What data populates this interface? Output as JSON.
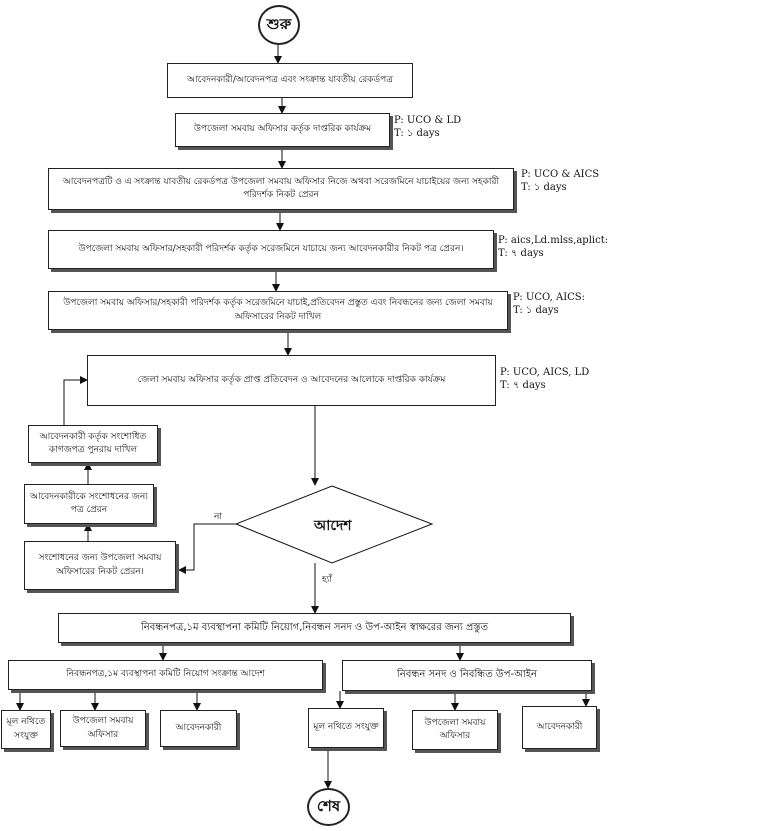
{
  "start": "শুরু",
  "end": "শেষ",
  "steps": {
    "s1": "আবেদনকারী/আবেদনপত্র এবং সংক্রান্ত যাবতীয় রেকর্ডপত্র",
    "s2": "উপজেলা সমবায় অফিসার কর্তৃক দাপ্তরিক কার্যক্রম",
    "s3": "আবেদনপত্রটি ও এ সংক্রান্ত যাবতীয় রেকর্ডপত্র উপজেলা সমবায় অফিসার নিজে অথবা সরেজমিনে যাচাইয়ের জন্য সহকারী পরিদর্শক নিকট প্রেরন",
    "s4": "উপজেলা সমবায় অফিসার/সহকারী পরিদর্শক কর্তৃক সরেজমিনে যাচায়ে জন্য আবেদনকারীর নিকট পত্র প্রেরন।",
    "s5": "উপজেলা সমবায় অফিসার/সহকারী পরিদর্শক কর্তৃক সরেজমিনে যাচাই,প্রতিবেদন প্রস্তুত এবং নিবন্ধনের জন্য জেলা সমবায় অফিসারের নিকট দাখিল",
    "s6": "জেলা সমবায় অফিসার কর্তৃক প্রাপ্ত প্রতিবেদন ও আবেদনের আলোকে দাপ্তরিক কার্যক্রম",
    "decision": "আদেশ",
    "no_label": "না",
    "yes_label": "হ্যাঁ",
    "r1": "সংশোধনের জন্য উপজেলা সমবায় অফিসারের নিকট প্রেরন।",
    "r2": "আবেদনকারীকে সংশোধনের জন্য পত্র প্রেরন",
    "r3": "আবেদনকারী কর্তৃক সংশোধিত কাগজপত্র পুনরায় দাখিল",
    "s7": "নিবন্ধনপত্র,১ম ব্যবস্থাপনা কমিটি নিয়োগ,নিবন্ধন সনদ ও উপ-আইন স্বাক্ষরের জন্য প্রস্তুত",
    "left_branch": "নিবন্ধনপত্র,১ম ব্যবস্থাপনা কমিটি নিয়োগ সংক্রান্ত আদেশ",
    "right_branch": "নিবন্ধন সনদ ও নিবন্ধিত উপ-আইন",
    "l1": "মূল নথিতে সংযুক্ত",
    "l2": "উপজেলা সমবায় অফিসার",
    "l3": "আবেদনকারী",
    "rb1": "মূল নথিতে সংযুক্ত",
    "rb2": "উপজেলা সমবায় অফিসার",
    "rb3": "আবেদনকারী"
  },
  "notes": {
    "n2": [
      "P: UCO & LD",
      "T: ১ days"
    ],
    "n3": [
      "P: UCO & AICS",
      "T: ১ days"
    ],
    "n4": [
      "P: aics,Ld.mlss,aplict:",
      "T: ৭ days"
    ],
    "n5": [
      "P: UCO, AICS:",
      "T: ১ days"
    ],
    "n6": [
      "P: UCO, AICS, LD",
      "T: ৭ days"
    ]
  }
}
